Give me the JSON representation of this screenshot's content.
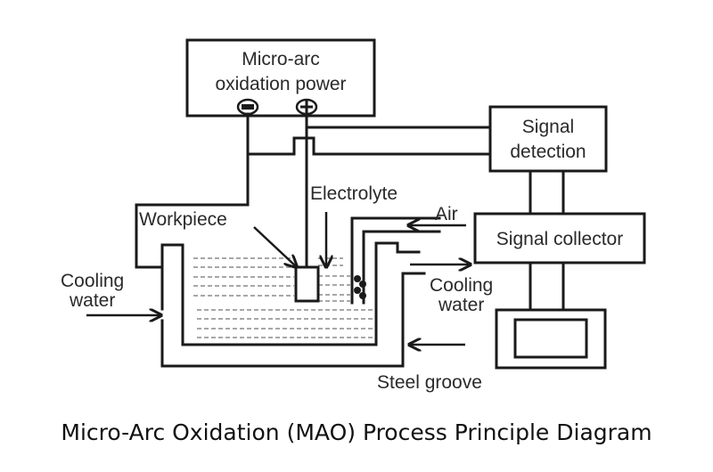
{
  "diagram": {
    "power_supply": {
      "line1": "Micro-arc",
      "line2": "oxidation power",
      "negative_terminal": "minus-icon",
      "positive_terminal": "plus-icon"
    },
    "signal_detection": {
      "line1": "Signal",
      "line2": "detection"
    },
    "signal_collector": {
      "label": "Signal collector"
    },
    "display": {
      "icon": "monitor-icon"
    },
    "labels": {
      "workpiece": "Workpiece",
      "electrolyte": "Electrolyte",
      "air": "Air",
      "cooling_water_in_line1": "Cooling",
      "cooling_water_in_line2": "water",
      "cooling_water_out_line1": "Cooling",
      "cooling_water_out_line2": "water",
      "steel_groove": "Steel groove"
    },
    "caption": "Micro-Arc Oxidation (MAO) Process Principle Diagram"
  }
}
